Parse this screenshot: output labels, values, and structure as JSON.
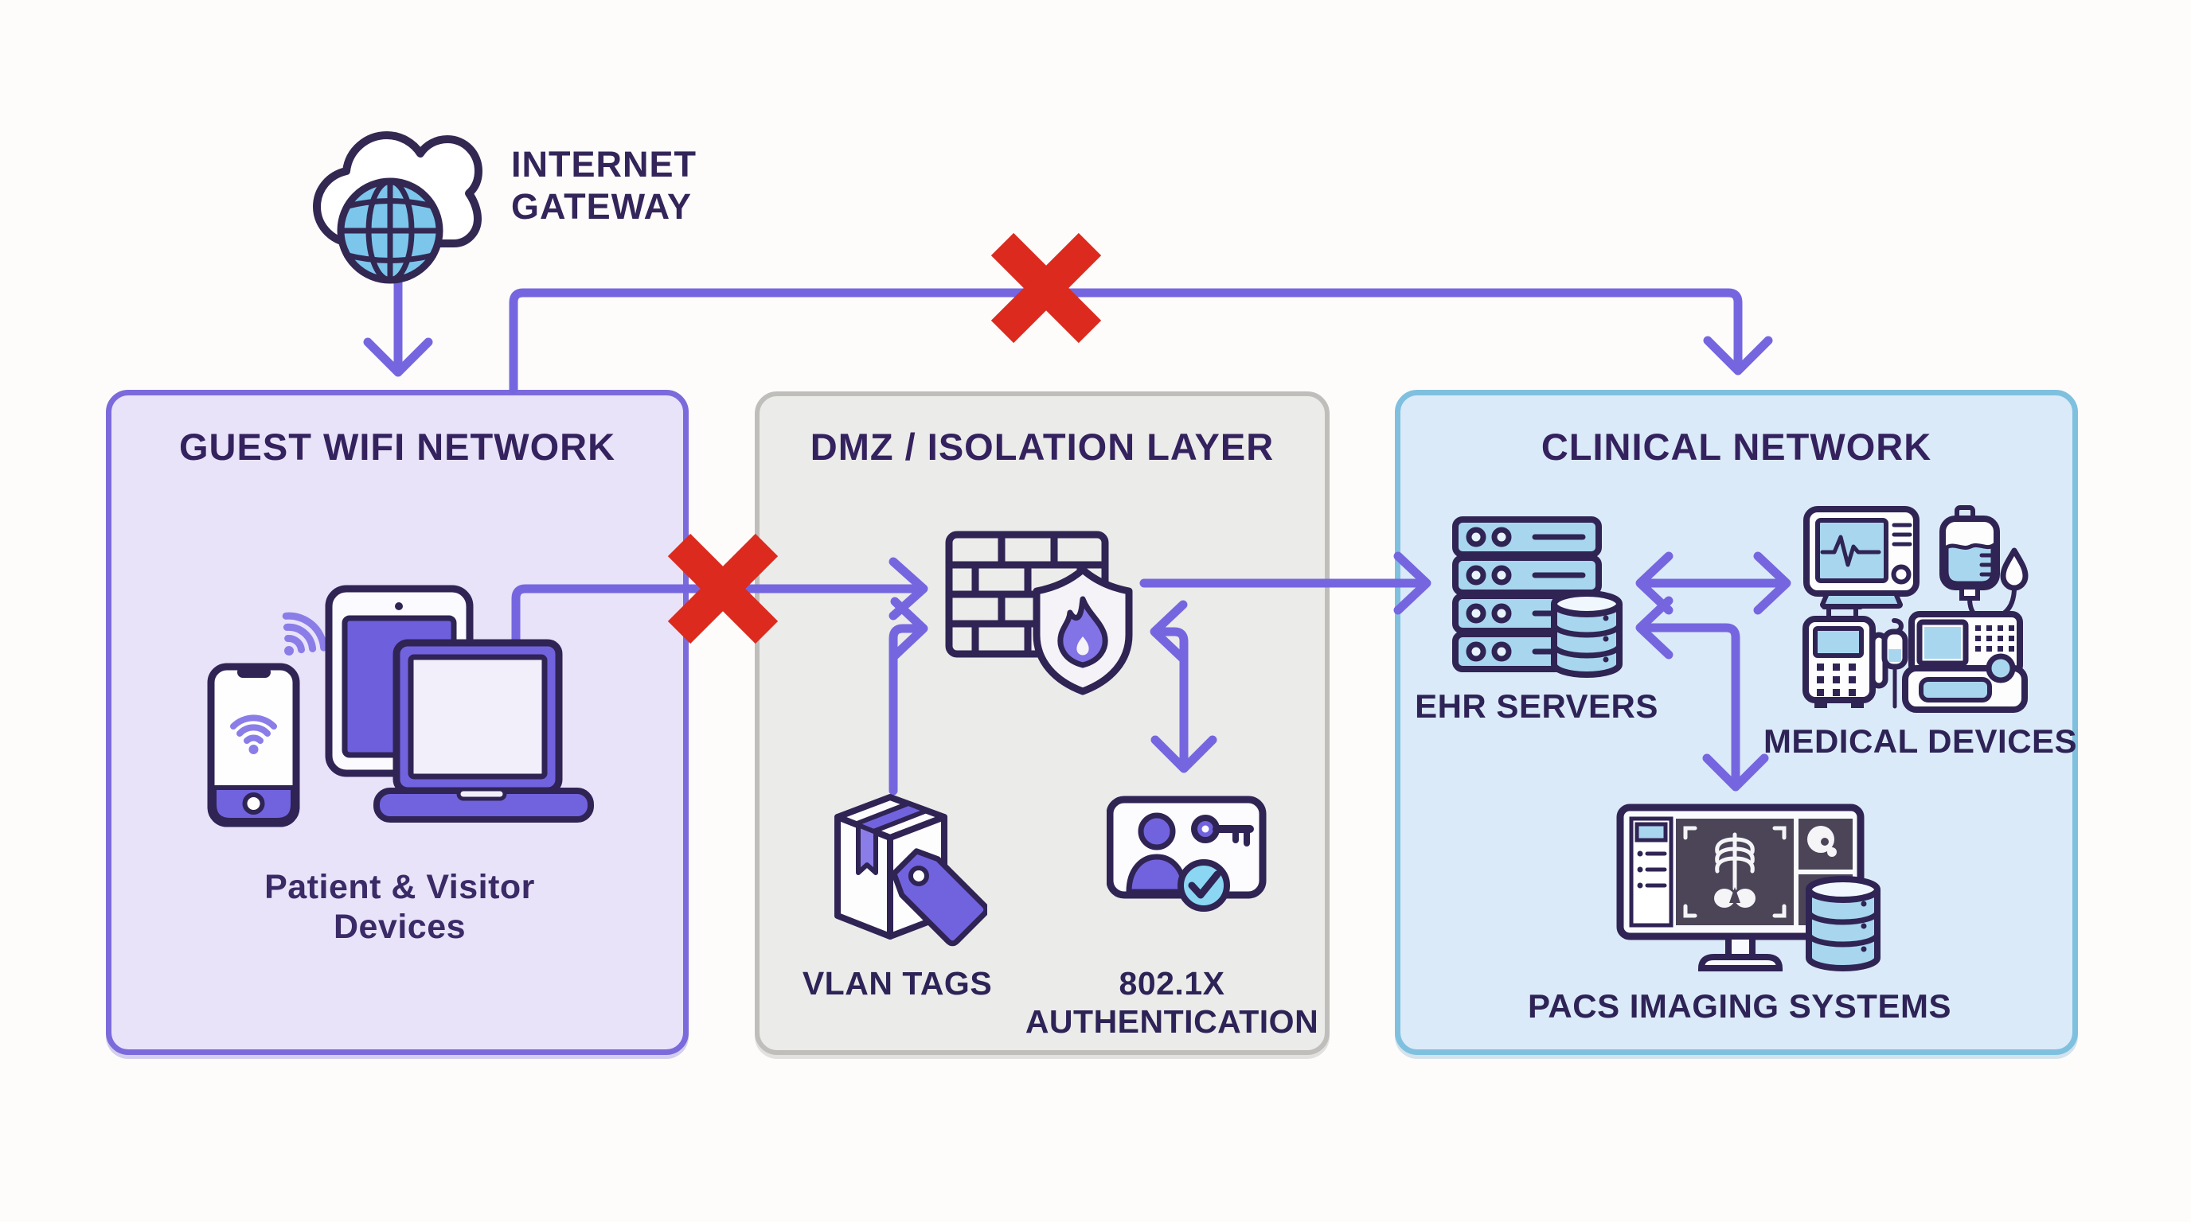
{
  "colors": {
    "background": "#FDFCFB",
    "arrow_purple": "#7566E0",
    "blocked_red": "#DC2A1E",
    "outline_navy": "#2F2454",
    "icon_purple": "#7163DE",
    "icon_light_purple": "#8B7DE8",
    "icon_light_blue": "#A9D6EF",
    "check_cyan": "#8BD7F3",
    "guest_fill": "#E8E3F9",
    "guest_border": "#7B6ADB",
    "dmz_fill": "#EBEBE9",
    "dmz_border": "#BFBEBB",
    "clinical_fill": "#DBEAF8",
    "clinical_border": "#7FC0DF",
    "title_text": "#34225E"
  },
  "internet_gateway": {
    "label": [
      "INTERNET",
      "GATEWAY"
    ]
  },
  "guest_network": {
    "title": "GUEST WIFI NETWORK",
    "devices_label": [
      "Patient & Visitor",
      "Devices"
    ]
  },
  "dmz": {
    "title": "DMZ / ISOLATION LAYER",
    "vlan_label": "VLAN TAGS",
    "auth_label": [
      "802.1X",
      "AUTHENTICATION"
    ]
  },
  "clinical_network": {
    "title": "CLINICAL NETWORK",
    "ehr_label": "EHR SERVERS",
    "medical_devices_label": "MEDICAL DEVICES",
    "pacs_label": "PACS IMAGING SYSTEMS"
  },
  "connections": [
    {
      "from": "internet-gateway",
      "to": "guest-wifi-network",
      "status": "allowed"
    },
    {
      "from": "internet-gateway",
      "to": "clinical-network",
      "status": "blocked"
    },
    {
      "from": "guest-wifi-network",
      "to": "firewall",
      "status": "blocked"
    },
    {
      "from": "vlan-tags",
      "to": "firewall",
      "status": "allowed"
    },
    {
      "from": "firewall",
      "to": "802.1x-authentication",
      "status": "bidirectional"
    },
    {
      "from": "firewall",
      "to": "ehr-servers",
      "status": "allowed"
    },
    {
      "from": "ehr-servers",
      "to": "medical-devices",
      "status": "bidirectional"
    },
    {
      "from": "ehr-servers",
      "to": "pacs-imaging-systems",
      "status": "bidirectional"
    }
  ]
}
